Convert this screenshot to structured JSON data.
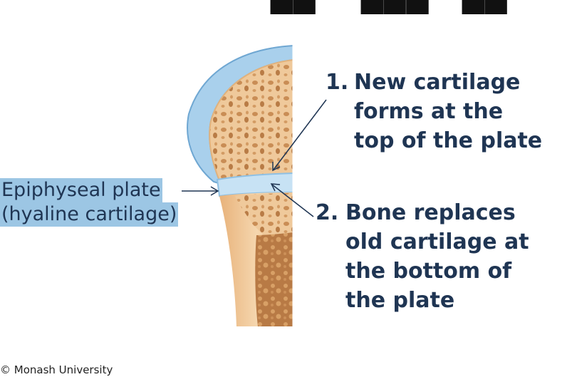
{
  "label": {
    "line1": "Epiphyseal plate",
    "line2": "(hyaline cartilage)"
  },
  "step1": {
    "number": "1.",
    "lines": [
      "New cartilage",
      "forms at the",
      "top of the plate"
    ]
  },
  "step2": {
    "number": "2.",
    "lines": [
      "Bone replaces",
      "old cartilage at",
      "the bottom of",
      "the plate"
    ]
  },
  "credit": "© Monash University",
  "colors": {
    "text": "#1f3553",
    "label_highlight": "#9cc6e4",
    "cartilage": "#a9d0ec",
    "bone": "#efc99b",
    "spongy_bone": "#d9a46f"
  }
}
